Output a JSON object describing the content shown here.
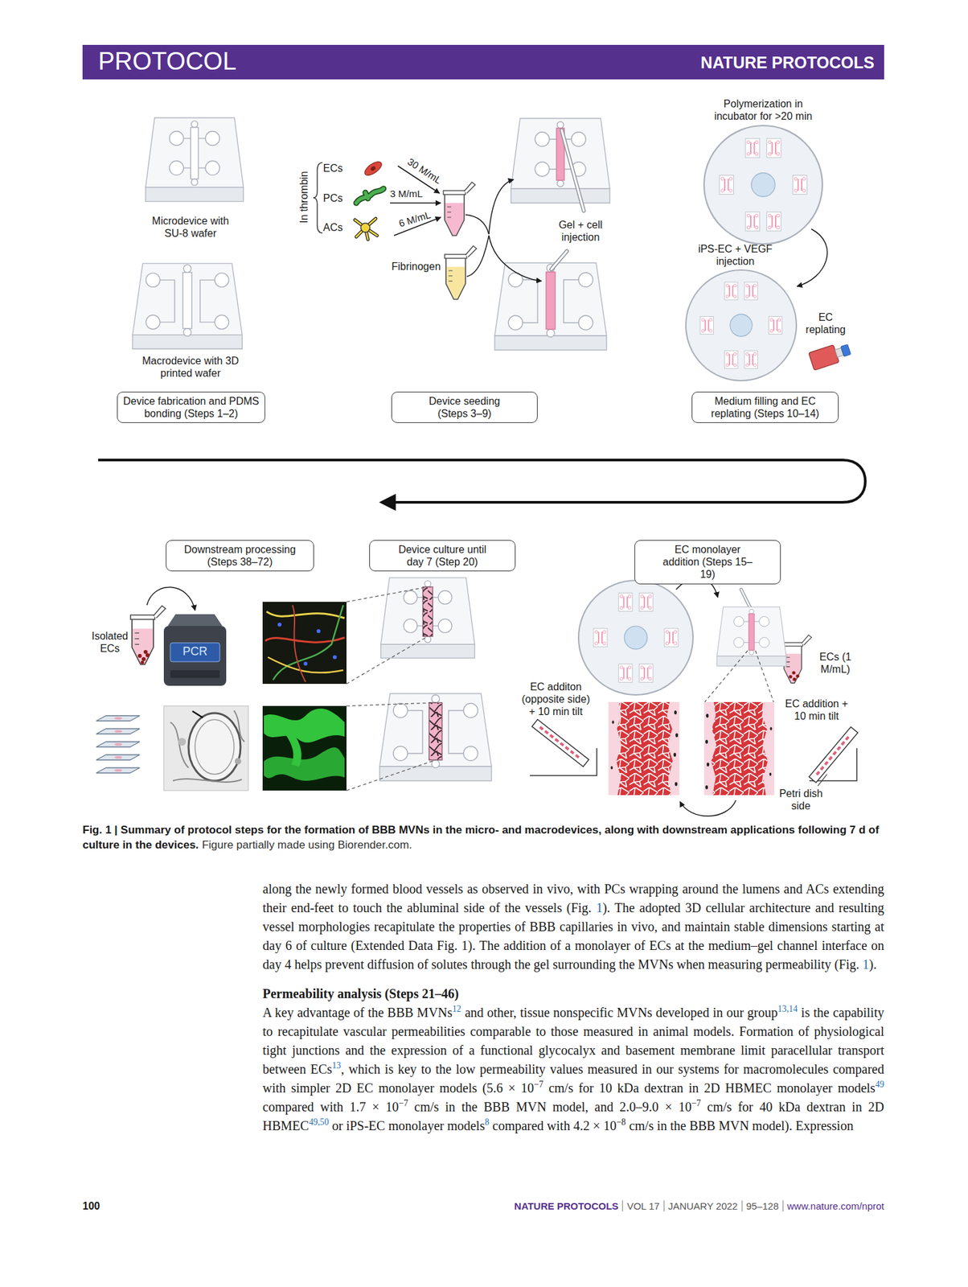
{
  "diagram": {
    "caption": "Fig. 1 | Summary of protocol steps for the formation of BBB MVNs in the micro- and macrodevices, along with downstream applications following 7 d of culture in the devices.",
    "nodes": [
      {
        "text": [
          "Device fabrication and PDMS bonding (Steps 1–2)"
        ]
      },
      {
        "text": [
          "Device seeding (Steps 3–9)"
        ]
      },
      {
        "text": [
          "Medium filling and EC replating (Steps 10–14)"
        ]
      },
      {
        "text": [
          "Downstream processing (Steps 38–72)"
        ]
      },
      {
        "text": [
          "Device culture until day 7 (Step 20)"
        ]
      },
      {
        "text": [
          "EC monolayer addition (Steps 15–19)"
        ]
      }
    ],
    "labels": [
      "PROTOCOL",
      "NATURE PROTOCOLS",
      "Microdevice with SU-8 wafer",
      "Macrodevice with 3D printed wafer",
      "In thrombin",
      "ECs",
      "PCs",
      "ACs",
      "30 M/mL",
      "3 M/mL",
      "6 M/mL",
      "Fibrinogen",
      "Gel + cell injection",
      "Polymerization in incubator for >20 min",
      "iPS-EC + VEGF injection",
      "EC replating",
      "Isolated ECs",
      "PCR",
      "EC additon (opposite side) + 10 min tilt",
      "ECs (1 M/mL)",
      "EC addition + 10 min tilt",
      "Petri dish side",
      "Figure partially made using Biorender.com.",
      "along the newly formed blood vessels as observed in vivo, with PCs wrapping around the lumens and ACs extending their end-feet to touch the abluminal side of the vessels (Fig. ",
      "1",
      "). The adopted 3D cellular architecture and resulting vessel morphologies recapitulate the properties of BBB capillaries in vivo, and maintain stable dimensions starting at day 6 of culture (Extended Data Fig. 1). The addition of a monolayer of ECs at the medium–gel channel interface on day 4 helps prevent diffusion of solutes through the gel surrounding the MVNs when measuring permeability (Fig. ",
      "1",
      ").",
      "Permeability analysis (Steps 21–46)",
      "A key advantage of the BBB MVNs",
      "12",
      " and other, tissue nonspecific MVNs developed in our group",
      "13,14",
      " is the capability to recapitulate vascular permeabilities comparable to those measured in animal models. Formation of physiological tight junctions and the expression of a functional glycocalyx and basement membrane limit paracellular transport between ECs",
      "13",
      ", which is key to the low permeability values measured in our systems for macromolecules compared with simpler 2D EC monolayer models (5.6 × 10",
      "−7",
      " cm/s for 10 kDa dextran in 2D HBMEC monolayer models",
      "49",
      " compared with 1.7 × 10",
      "−7",
      " cm/s in the BBB MVN model, and 2.0–9.0 × 10",
      "−7",
      " cm/s for 40 kDa dextran in 2D HBMEC",
      "49,50",
      " or iPS-EC monolayer models",
      "8",
      " compared with 4.2 × 10",
      "−8",
      " cm/s in the BBB MVN model). Expression",
      "100",
      "NATURE PROTOCOLS",
      "VOL 17",
      "JANUARY 2022",
      "95–128",
      "www.nature.com/nprot"
    ]
  }
}
